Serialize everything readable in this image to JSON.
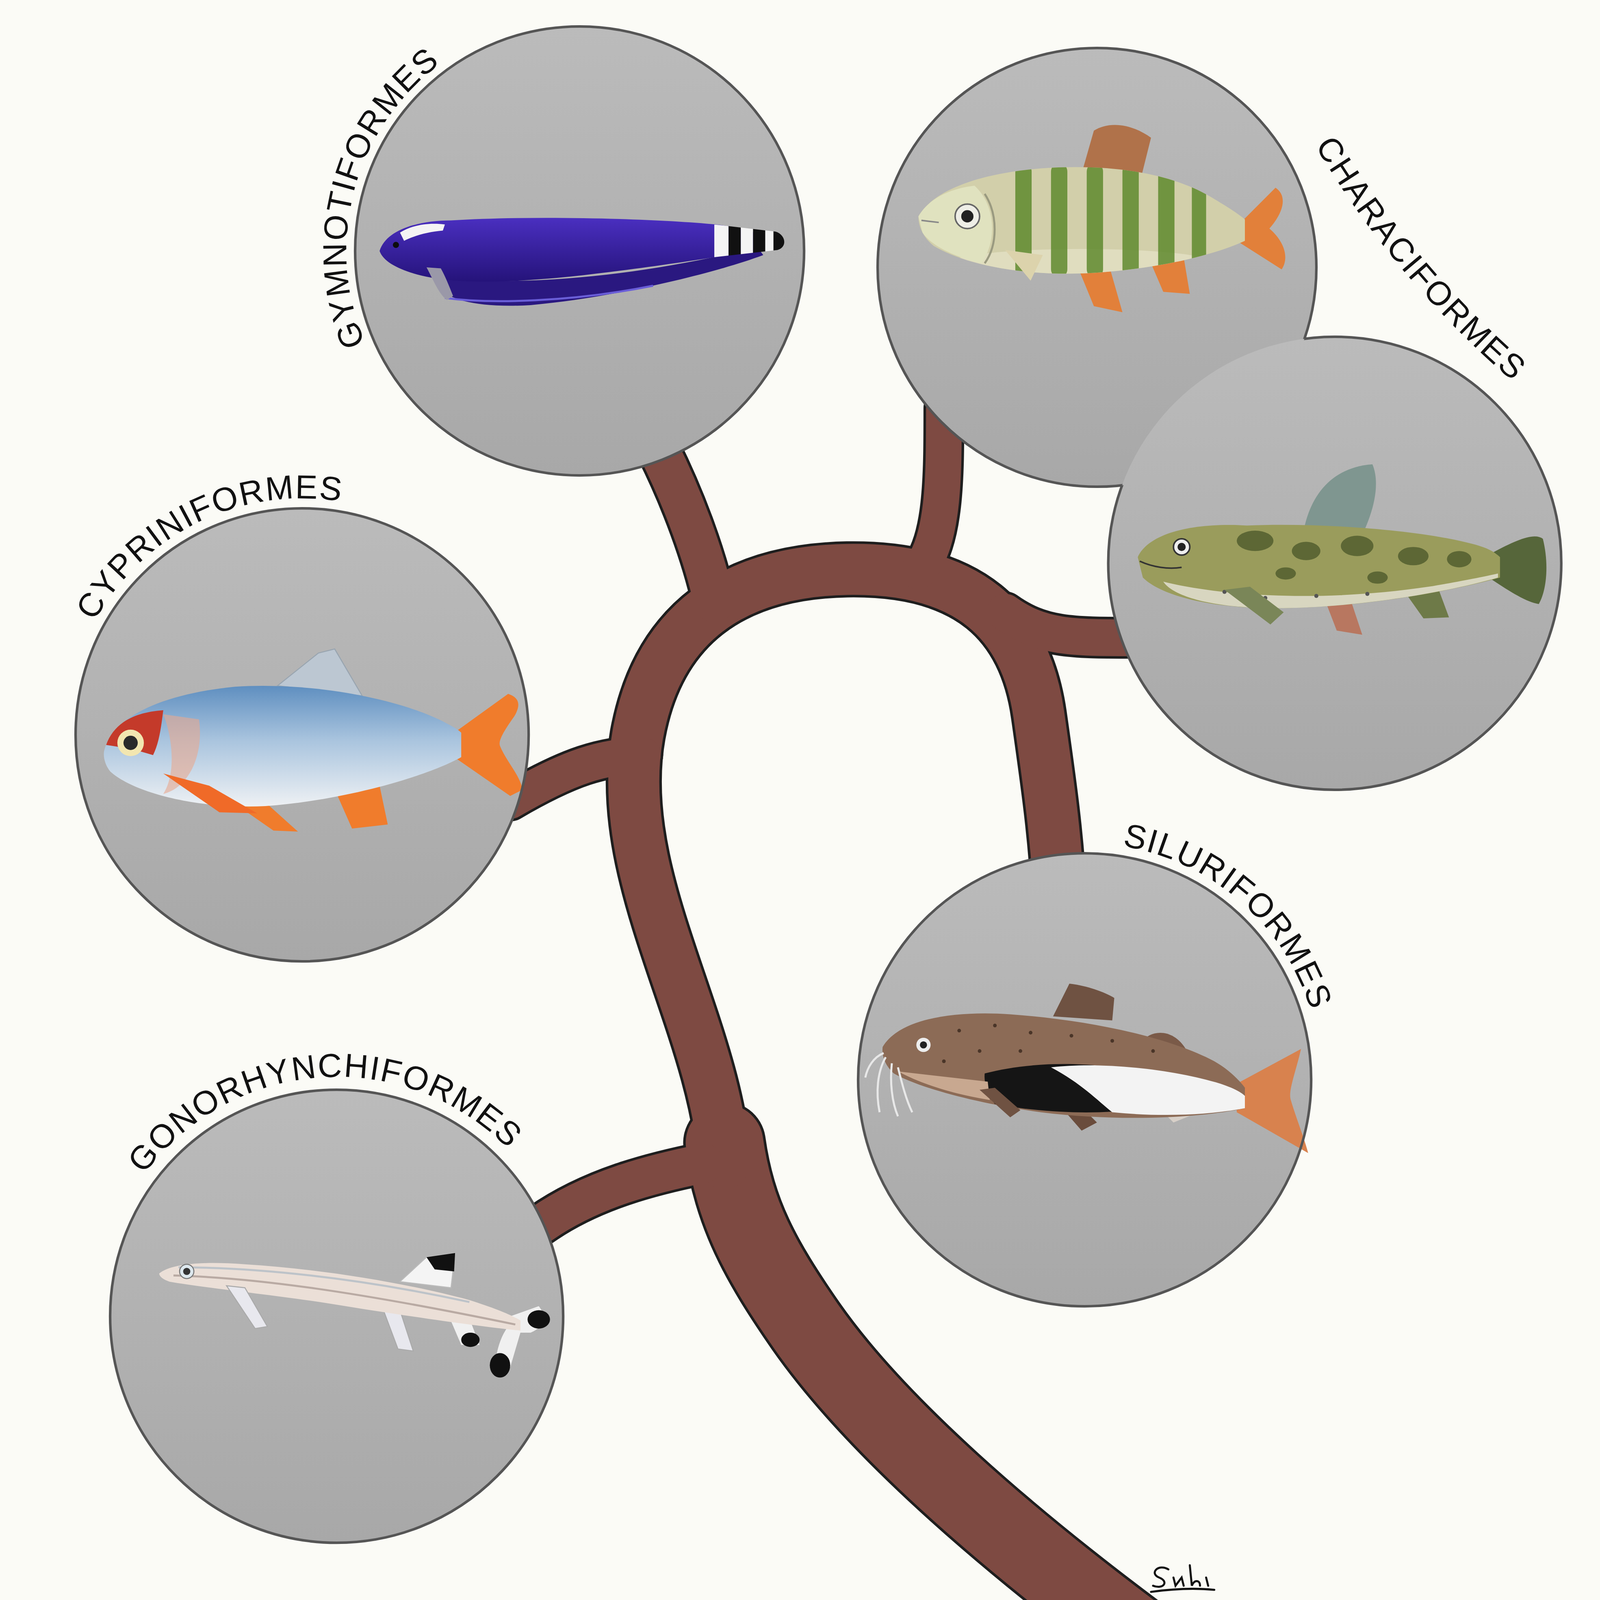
{
  "diagram": {
    "nodes": [
      {
        "text": [
          "GYMNOTIFORMES"
        ]
      },
      {
        "text": [
          "CHARACIFORMES"
        ]
      },
      {
        "text": [
          "CYPRINIFORMES"
        ]
      },
      {
        "text": [
          "SILURIFORMES"
        ]
      },
      {
        "text": [
          "GONORHYNCHIFORMES"
        ]
      }
    ]
  }
}
